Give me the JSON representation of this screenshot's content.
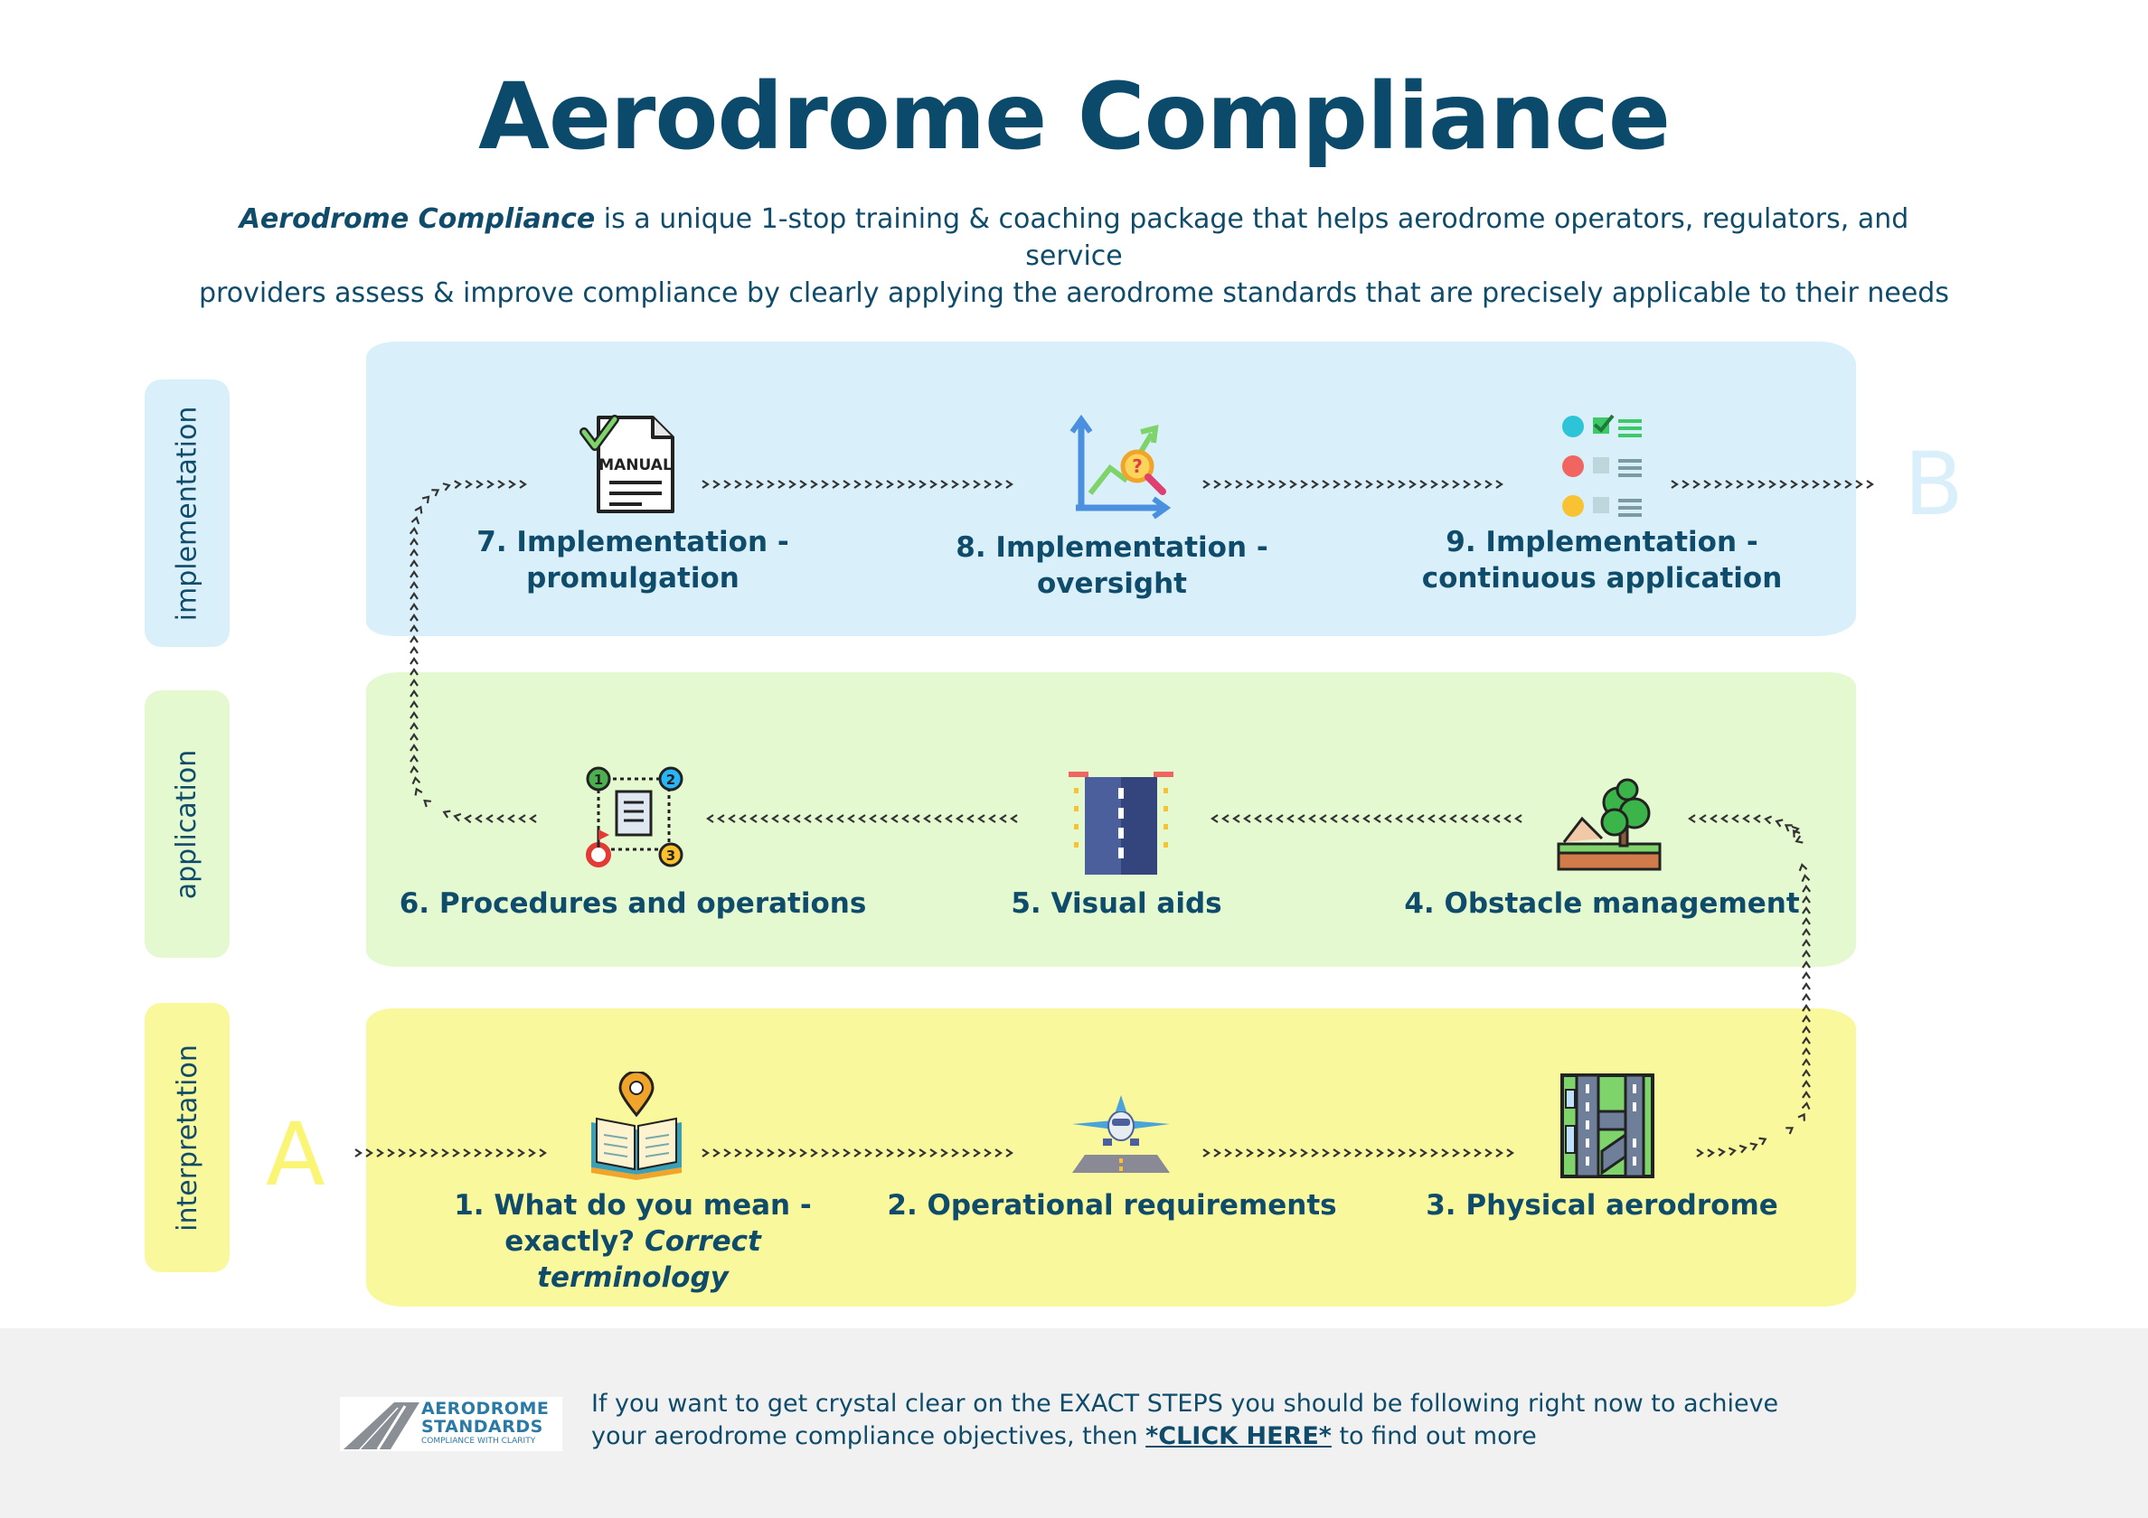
{
  "title": "Aerodrome Compliance",
  "intro": {
    "brand": "Aerodrome Compliance",
    "text_line1": " is a unique 1-stop training & coaching package that helps aerodrome operators, regulators, and service",
    "text_line2": "providers assess & improve compliance by clearly applying the aerodrome standards that are precisely applicable to their needs"
  },
  "rows": {
    "implementation": "implementation",
    "application": "application",
    "interpretation": "interpretation"
  },
  "markers": {
    "start": "A",
    "end": "B"
  },
  "steps": {
    "s1": {
      "line1": "1. What do you mean -",
      "line2_prefix": "exactly? ",
      "line2_em": "Correct terminology",
      "icon": "book-location-icon"
    },
    "s2": {
      "label": "2. Operational requirements",
      "icon": "aircraft-runway-icon"
    },
    "s3": {
      "label": "3. Physical aerodrome",
      "icon": "aerodrome-layout-icon"
    },
    "s4": {
      "label": "4. Obstacle management",
      "icon": "tree-obstacle-icon"
    },
    "s5": {
      "label": "5. Visual aids",
      "icon": "runway-markings-icon"
    },
    "s6": {
      "label": "6. Procedures and operations",
      "icon": "procedure-flow-icon"
    },
    "s7": {
      "line1": "7. Implementation -",
      "line2": "promulgation",
      "icon": "manual-check-icon",
      "manual_text": "MANUAL"
    },
    "s8": {
      "label": "8. Implementation - oversight",
      "icon": "chart-magnifier-icon"
    },
    "s9": {
      "line1": "9. Implementation -",
      "line2": "continuous application",
      "icon": "checklist-feedback-icon"
    }
  },
  "footer": {
    "logo_line1": "AERODROME",
    "logo_line2": "STANDARDS",
    "logo_tagline": "COMPLIANCE WITH CLARITY",
    "text_before": "If you want to get crystal clear on the EXACT STEPS you should be following right now to achieve your aerodrome compliance objectives, then ",
    "link": "*CLICK HERE*",
    "text_after": " to find out more"
  },
  "colors": {
    "heading": "#0b4a6b",
    "text": "#0f4b6a",
    "band_implementation": "#d9f0fb",
    "band_application": "#e4f9d0",
    "band_interpretation": "#faf89c",
    "footer_bg": "#f1f1f1",
    "arrows": "#333333"
  }
}
